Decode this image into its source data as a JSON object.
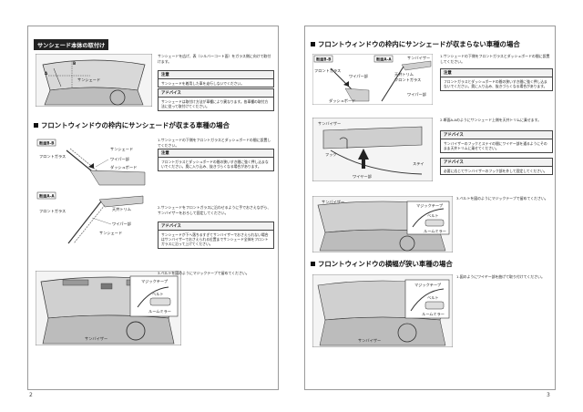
{
  "left_page": {
    "page_number": "2",
    "section1_title": "サンシェード本体の取付け",
    "section1_labels": {
      "a": "A",
      "b": "B",
      "shade": "サンシェード"
    },
    "section1_text": "サンシェードを広げ、表（シルバーコート面）をガラス側に向けて取付けます。",
    "note1": {
      "title": "注意",
      "body": "サンシェードを着用した車を走行しないでください。"
    },
    "advice1": {
      "title": "アドバイス",
      "body": "サンシェードは取付け方法が車種により異なります。各車種の取付方法に従って取付けてください。"
    },
    "section2_title": "フロントウィンドウの枠内にサンシェードが収まる車種の場合",
    "diag_b": {
      "tag": "断面B-B",
      "shade": "サンシェード",
      "glass": "フロントガラス",
      "wiper": "ワイパー部",
      "dash": "ダッシュボード"
    },
    "diag_a": {
      "tag": "断面A-A",
      "glass": "フロントガラス",
      "trim": "天井トリム",
      "wiper": "ワイパー部",
      "shade": "サンシェード"
    },
    "step1": "1.サンシェードの下側をフロントガラスとダッシュボードの間に設置してください。",
    "note2": {
      "title": "注意",
      "body": "フロントガラスとダッシュボードの間の狭いすき間に強く押し込まないでください。奥に入り込み、抜きづらくなる場合があります。"
    },
    "step2": "2.サンシェードをフロントガラスに沿わせるように手でおさえながら、サンバイザーをおろして固定してください。",
    "advice2": {
      "title": "アドバイス",
      "body": "サンシェードが下へ落ちるすぎてサンバイザーでおさえられない場合はサンバイザーでおさえられる位置までサンシェード全体をフロントガラスに沿って上げてください。"
    },
    "step3": "3.ベルトを図のようにマジックテープで留めてください。",
    "illus3": {
      "tape": "マジックテープ",
      "belt": "ベルト",
      "mirror": "ルームミラー",
      "visor": "サンバイザー"
    }
  },
  "right_page": {
    "page_number": "3",
    "section3_title": "フロントウィンドウの枠内にサンシェードが収まらない車種の場合",
    "diag_b": {
      "tag": "断面B-B",
      "glass": "フロントガラス",
      "wiper": "ワイパー部",
      "dash": "ダッシュボード"
    },
    "diag_a": {
      "tag": "断面A-A",
      "visor": "サンバイザー",
      "trim": "天井トリム",
      "glass": "フロントガラス",
      "wiper": "ワイパー部"
    },
    "step1": "1.サンシェードの下側をフロントガラスとダッシュボードの間に設置してください。",
    "note1": {
      "title": "注意",
      "body": "フロントガラスとダッシュボードの間の狭いすき間に強く押し込まないでください。奥に入り込み、抜きづらくなる場合があります。"
    },
    "illus2": {
      "visor": "サンバイザー",
      "hook": "フック",
      "wiper": "ワイヤー部",
      "stay": "ステイ"
    },
    "step2": "2.断面A-Aのようにサンシェード上側を天井トリムに乗せます。",
    "advice1": {
      "title": "アドバイス",
      "body": "サンバイザーのフックとステイの間にワイヤー部を通るようにそのまま天井トリムに乗せてください。"
    },
    "advice2": {
      "title": "アドバイス",
      "body": "必要に応じてサンバイザーのフック部を外して固定してください。"
    },
    "step3": "3.ベルトを図のようにマジックテープで留めてください。",
    "illus3": {
      "visor": "サンバイザー",
      "tape": "マジックテープ",
      "belt": "ベルト",
      "mirror": "ルームミラー"
    },
    "section4_title": "フロントウィンドウの横幅が狭い車種の場合",
    "step4": "1.図のようにワイヤー部を曲げて取り付けてください。",
    "illus4": {
      "tape": "マジックテープ",
      "belt": "ベルト",
      "mirror": "ルームミラー",
      "visor": "サンバイザー"
    }
  }
}
